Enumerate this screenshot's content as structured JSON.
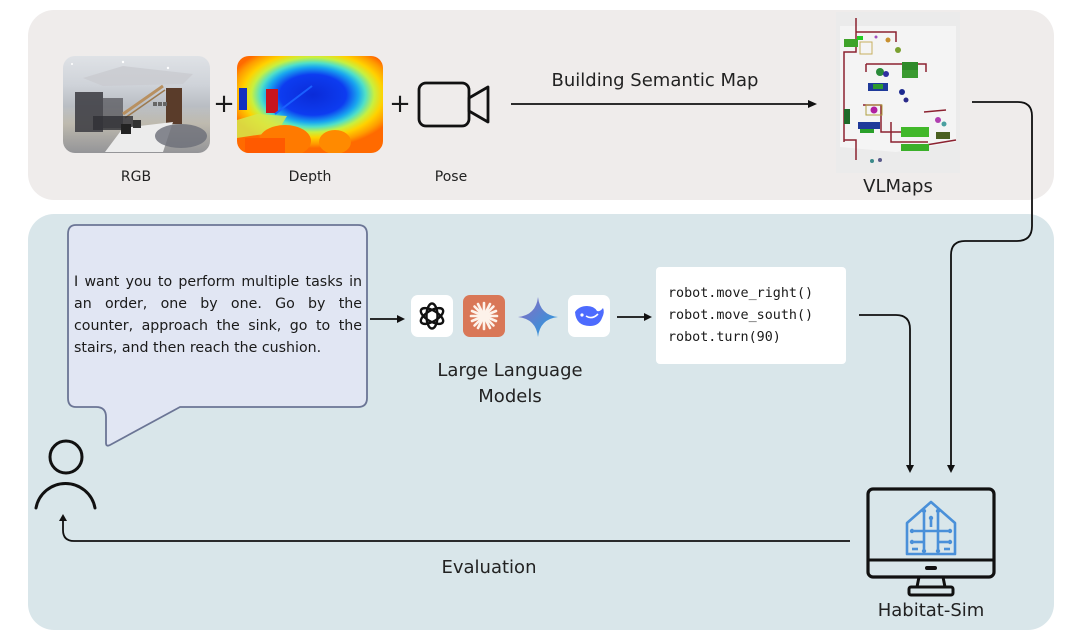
{
  "top_section": {
    "inputs": [
      {
        "id": "rgb",
        "label": "RGB",
        "icon": "rgb-photo-image"
      },
      {
        "id": "depth",
        "label": "Depth",
        "icon": "depth-map-image"
      },
      {
        "id": "pose",
        "label": "Pose",
        "icon": "video-camera-icon"
      }
    ],
    "plus_symbol": "+",
    "arrow_label": "Building Semantic Map",
    "output": {
      "label": "VLMaps",
      "icon": "semantic-map-image"
    }
  },
  "bottom_section": {
    "user_icon": "user-icon",
    "instruction": "I want you to perform multiple tasks in an order, one by one. Go by the counter, approach the sink, go to the stairs, and then reach the cushion.",
    "llm": {
      "label_line1": "Large Language",
      "label_line2": "Models",
      "models": [
        {
          "name": "openai-logo-icon",
          "bg": "#ffffff"
        },
        {
          "name": "claude-logo-icon",
          "bg": "#d97757"
        },
        {
          "name": "gemini-logo-icon",
          "bg": "transparent"
        },
        {
          "name": "deepseek-logo-icon",
          "bg": "#ffffff"
        }
      ]
    },
    "code": [
      "robot.move_right()",
      "robot.move_south()",
      "robot.turn(90)"
    ],
    "simulator": {
      "label": "Habitat-Sim",
      "icon": "monitor-icon",
      "logo": "habitat-logo-icon"
    },
    "feedback_label": "Evaluation"
  },
  "colors": {
    "top_panel_bg": "#efeceb",
    "bottom_panel_bg": "#d9e6ea",
    "bubble_bg": "#e1e6f3",
    "bubble_border": "#6b7595",
    "habitat_blue": "#4a90d9",
    "deepseek_blue": "#4d6bfe",
    "claude_orange": "#d97757"
  }
}
